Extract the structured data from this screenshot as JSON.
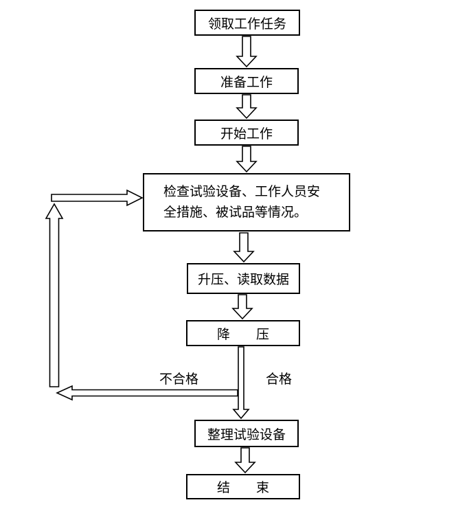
{
  "diagram": {
    "type": "flowchart",
    "background": "#ffffff",
    "line_color": "#000000",
    "box_fill": "#ffffff",
    "nodes": [
      {
        "id": "receive-task",
        "label": "领取工作任务"
      },
      {
        "id": "prepare-work",
        "label": "准备工作"
      },
      {
        "id": "start-work",
        "label": "开始工作"
      },
      {
        "id": "inspect",
        "label": "检查试验设备、工作人员安全措施、被试品等情况。"
      },
      {
        "id": "raise-voltage-read-data",
        "label": "升压、读取数据"
      },
      {
        "id": "lower-voltage",
        "label": "降　　压"
      },
      {
        "id": "tidy-equipment",
        "label": "整理试验设备"
      },
      {
        "id": "end",
        "label": "结　　束"
      }
    ],
    "branch_labels": {
      "fail": "不合格",
      "pass": "合格"
    },
    "edges": [
      {
        "from": "receive-task",
        "to": "prepare-work"
      },
      {
        "from": "prepare-work",
        "to": "start-work"
      },
      {
        "from": "start-work",
        "to": "inspect"
      },
      {
        "from": "inspect",
        "to": "raise-voltage-read-data"
      },
      {
        "from": "raise-voltage-read-data",
        "to": "lower-voltage"
      },
      {
        "from": "lower-voltage",
        "to": "tidy-equipment",
        "label": "合格"
      },
      {
        "from": "lower-voltage",
        "to": "inspect",
        "label": "不合格"
      },
      {
        "from": "tidy-equipment",
        "to": "end"
      }
    ]
  }
}
